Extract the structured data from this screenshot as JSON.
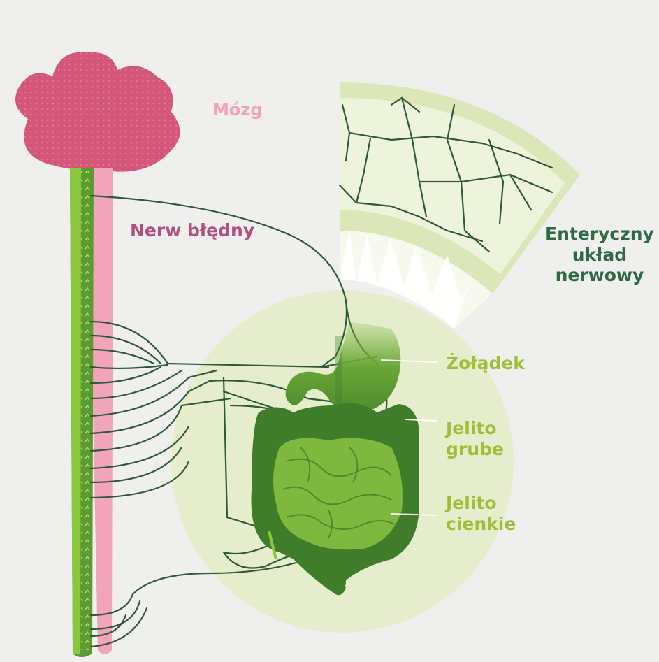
{
  "colors": {
    "background": "#efefee",
    "brain_pink": "#d4577a",
    "label_pink": "#f3a0b9",
    "vagus_label": "#b0507e",
    "nerve_dark_green": "#2e5a3a",
    "ens_label_green": "#2f6a44",
    "organ_label_green": "#9fbf3a",
    "circle_light_green": "#e4ecc6",
    "organ_green": "#5d9a32",
    "spinal_cord_green": "#8cc63f"
  },
  "labels": {
    "brain": "Mózg",
    "vagus_nerve": "Nerw błędny",
    "enteric_line1": "Enteryczny",
    "enteric_line2": "układ",
    "enteric_line3": "nerwowy",
    "stomach": "Żołądek",
    "large_intestine_line1": "Jelito",
    "large_intestine_line2": "grube",
    "small_intestine_line1": "Jelito",
    "small_intestine_line2": "cienkie"
  },
  "icons": {
    "brain": "brain-icon",
    "spinal_cord": "spinal-cord-icon",
    "stomach": "stomach-icon",
    "intestines": "intestines-icon",
    "enteric_network": "enteric-network-icon"
  }
}
